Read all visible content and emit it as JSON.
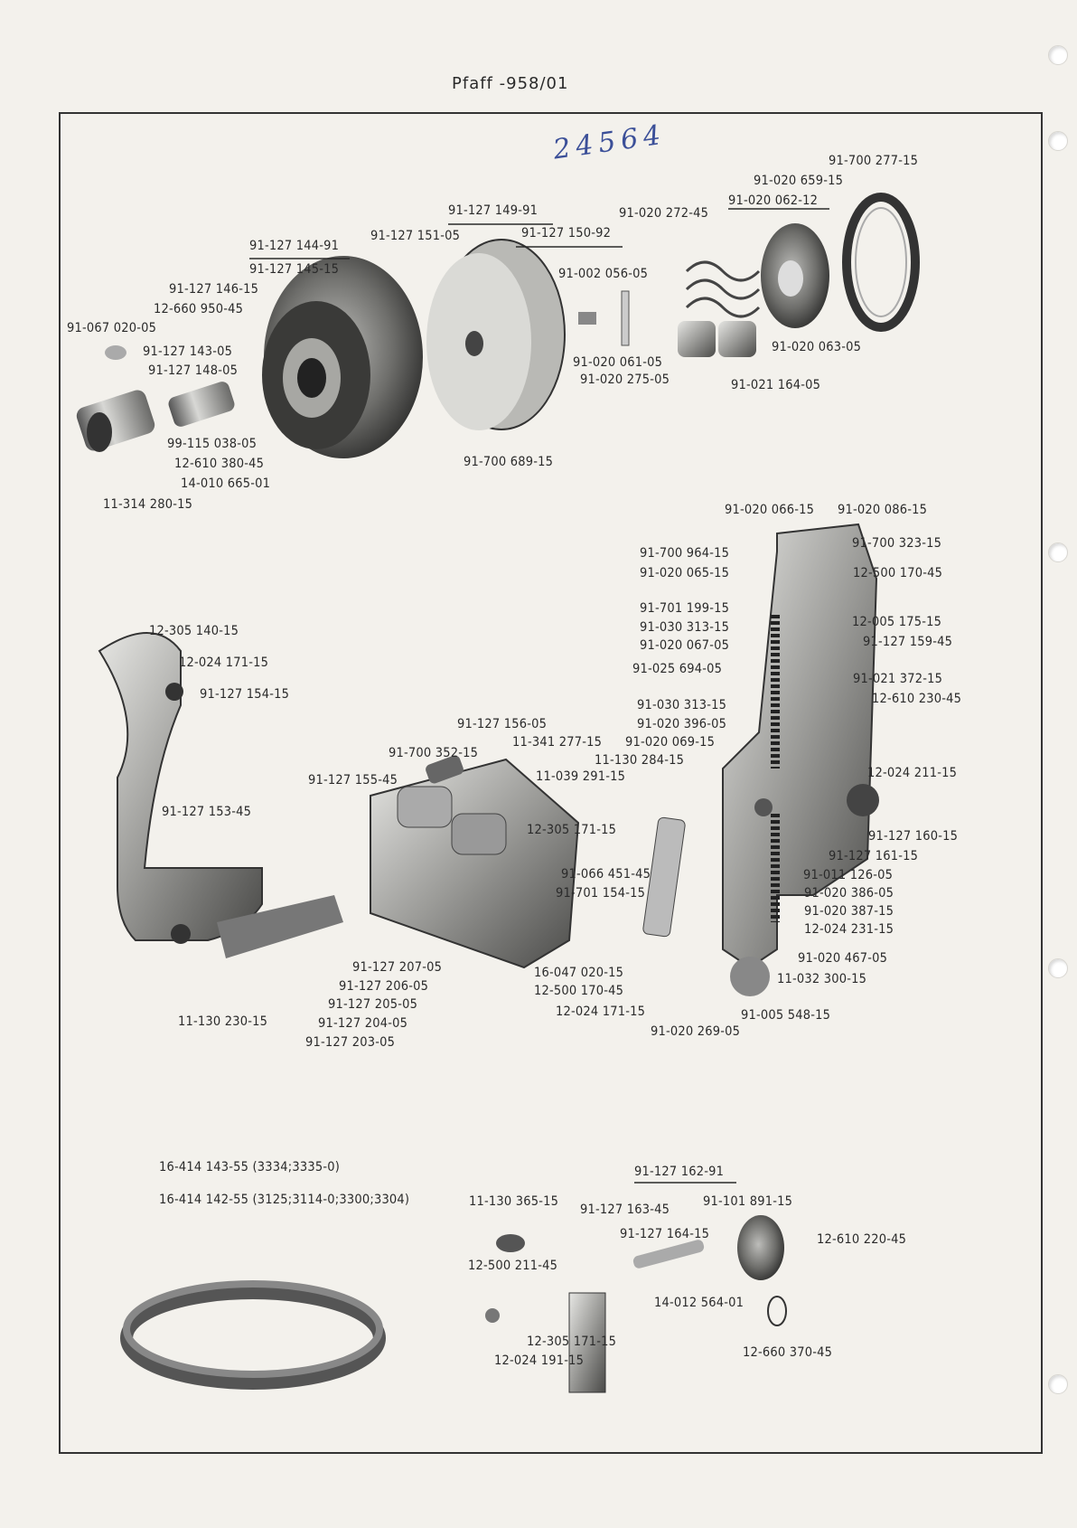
{
  "header": {
    "title": "Pfaff -958/01",
    "handwritten_number": "24564"
  },
  "labels": [
    {
      "id": "l1",
      "text": "91-700 277-15"
    },
    {
      "id": "l2",
      "text": "91-020 659-15"
    },
    {
      "id": "l3",
      "text": "91-020 062-12"
    },
    {
      "id": "l4",
      "text": "91-127 149-91"
    },
    {
      "id": "l5",
      "text": "91-020 272-45"
    },
    {
      "id": "l6",
      "text": "91-127 151-05"
    },
    {
      "id": "l7",
      "text": "91-127 150-92"
    },
    {
      "id": "l8",
      "text": "91-127 144-91"
    },
    {
      "id": "l9",
      "text": "91-127 145-15"
    },
    {
      "id": "l10",
      "text": "91-002 056-05"
    },
    {
      "id": "l11",
      "text": "91-127 146-15"
    },
    {
      "id": "l12",
      "text": "12-660 950-45"
    },
    {
      "id": "l13",
      "text": "91-067 020-05"
    },
    {
      "id": "l14",
      "text": "91-127 143-05"
    },
    {
      "id": "l15",
      "text": "91-127 148-05"
    },
    {
      "id": "l16",
      "text": "91-020 063-05"
    },
    {
      "id": "l17",
      "text": "91-020 061-05"
    },
    {
      "id": "l18",
      "text": "91-020 275-05"
    },
    {
      "id": "l19",
      "text": "91-021 164-05"
    },
    {
      "id": "l20",
      "text": "99-115 038-05"
    },
    {
      "id": "l21",
      "text": "12-610 380-45"
    },
    {
      "id": "l22",
      "text": "14-010 665-01"
    },
    {
      "id": "l23",
      "text": "91-700 689-15"
    },
    {
      "id": "l24",
      "text": "11-314 280-15"
    },
    {
      "id": "l25",
      "text": "91-020 066-15"
    },
    {
      "id": "l26",
      "text": "91-020 086-15"
    },
    {
      "id": "l27",
      "text": "91-700 964-15"
    },
    {
      "id": "l28",
      "text": "91-700 323-15"
    },
    {
      "id": "l29",
      "text": "91-020 065-15"
    },
    {
      "id": "l30",
      "text": "12-500 170-45"
    },
    {
      "id": "l31",
      "text": "91-701 199-15"
    },
    {
      "id": "l32",
      "text": "91-030 313-15"
    },
    {
      "id": "l33",
      "text": "12-005 175-15"
    },
    {
      "id": "l34",
      "text": "91-020 067-05"
    },
    {
      "id": "l35",
      "text": "91-127 159-45"
    },
    {
      "id": "l36",
      "text": "12-305 140-15"
    },
    {
      "id": "l37",
      "text": "91-025 694-05"
    },
    {
      "id": "l38",
      "text": "91-021 372-15"
    },
    {
      "id": "l39",
      "text": "12-024 171-15"
    },
    {
      "id": "l40",
      "text": "12-610 230-45"
    },
    {
      "id": "l41",
      "text": "91-127 154-15"
    },
    {
      "id": "l42",
      "text": "91-030 313-15"
    },
    {
      "id": "l43",
      "text": "91-127 156-05"
    },
    {
      "id": "l44",
      "text": "91-020 396-05"
    },
    {
      "id": "l45",
      "text": "11-341 277-15"
    },
    {
      "id": "l46",
      "text": "91-020 069-15"
    },
    {
      "id": "l47",
      "text": "91-700 352-15"
    },
    {
      "id": "l48",
      "text": "11-130 284-15"
    },
    {
      "id": "l49",
      "text": "91-127 155-45"
    },
    {
      "id": "l50",
      "text": "11-039 291-15"
    },
    {
      "id": "l51",
      "text": "12-024 211-15"
    },
    {
      "id": "l52",
      "text": "91-127 153-45"
    },
    {
      "id": "l53",
      "text": "12-305 171-15"
    },
    {
      "id": "l54",
      "text": "91-127 160-15"
    },
    {
      "id": "l55",
      "text": "91-127 161-15"
    },
    {
      "id": "l56",
      "text": "91-066 451-45"
    },
    {
      "id": "l57",
      "text": "91-011 126-05"
    },
    {
      "id": "l58",
      "text": "91-701 154-15"
    },
    {
      "id": "l59",
      "text": "91-020 386-05"
    },
    {
      "id": "l60",
      "text": "91-020 387-15"
    },
    {
      "id": "l61",
      "text": "12-024 231-15"
    },
    {
      "id": "l62",
      "text": "91-020 467-05"
    },
    {
      "id": "l63",
      "text": "91-127 207-05"
    },
    {
      "id": "l64",
      "text": "16-047 020-15"
    },
    {
      "id": "l65",
      "text": "11-032 300-15"
    },
    {
      "id": "l66",
      "text": "91-127 206-05"
    },
    {
      "id": "l67",
      "text": "12-500 170-45"
    },
    {
      "id": "l68",
      "text": "11-130 230-15"
    },
    {
      "id": "l69",
      "text": "91-127 205-05"
    },
    {
      "id": "l70",
      "text": "12-024 171-15"
    },
    {
      "id": "l71",
      "text": "91-005 548-15"
    },
    {
      "id": "l72",
      "text": "91-127 204-05"
    },
    {
      "id": "l73",
      "text": "91-020 269-05"
    },
    {
      "id": "l74",
      "text": "91-127 203-05"
    },
    {
      "id": "l75",
      "text": "16-414 143-55 (3334;3335-0)"
    },
    {
      "id": "l76",
      "text": "91-127 162-91"
    },
    {
      "id": "l77",
      "text": "16-414 142-55 (3125;3114-0;3300;3304)"
    },
    {
      "id": "l78",
      "text": "11-130 365-15"
    },
    {
      "id": "l79",
      "text": "91-127 163-45"
    },
    {
      "id": "l80",
      "text": "91-101 891-15"
    },
    {
      "id": "l81",
      "text": "91-127 164-15"
    },
    {
      "id": "l82",
      "text": "12-610 220-45"
    },
    {
      "id": "l83",
      "text": "12-500 211-45"
    },
    {
      "id": "l84",
      "text": "14-012 564-01"
    },
    {
      "id": "l85",
      "text": "12-305 171-15"
    },
    {
      "id": "l86",
      "text": "12-024 191-15"
    },
    {
      "id": "l87",
      "text": "12-660 370-45"
    }
  ],
  "colors": {
    "paper": "#f3f1ec",
    "ink": "#2a2a2a",
    "handwriting": "#3b4f98"
  }
}
